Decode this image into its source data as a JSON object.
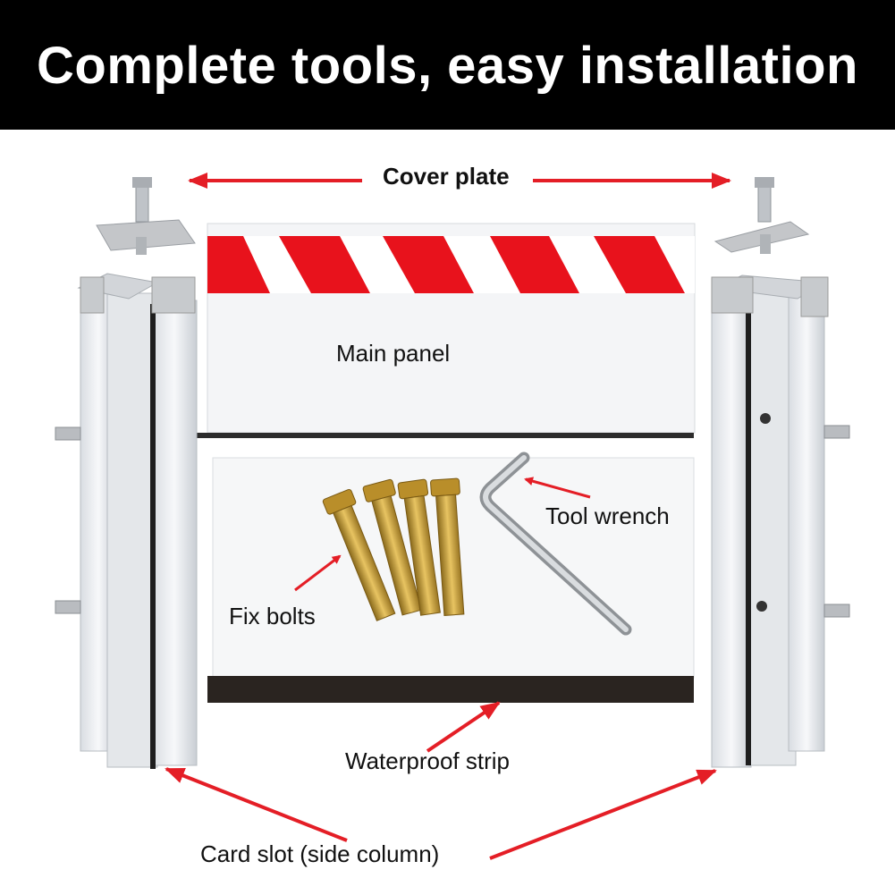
{
  "header": {
    "title": "Complete tools, easy installation"
  },
  "labels": {
    "cover_plate": "Cover plate",
    "main_panel": "Main panel",
    "tool_wrench": "Tool wrench",
    "fix_bolts": "Fix bolts",
    "waterproof_strip": "Waterproof strip",
    "card_slot": "Card slot (side column)"
  },
  "colors": {
    "arrow": "#e41e26",
    "stripe_red": "#e8121c",
    "banner": "#000000",
    "strip": "#2a2420"
  }
}
